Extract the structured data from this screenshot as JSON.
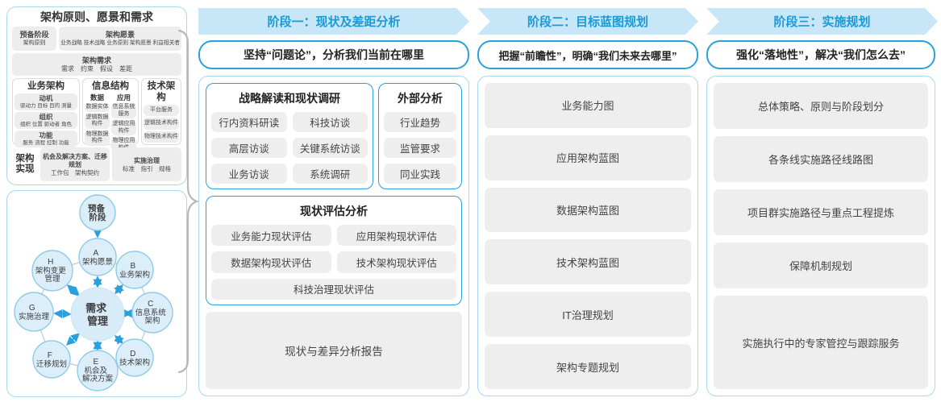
{
  "colors": {
    "accent_blue": "#1b9ad6",
    "band_blue": "#c7e6f8",
    "outline_blue": "#2aa0dc",
    "panel_border_blue": "#a8d8f2",
    "item_gray": "#ededed",
    "circle_fill": "#dceefa",
    "circle_border": "#8ecbe9",
    "brace_gray": "#b8b8b8"
  },
  "left_panel": {
    "title": "架构原则、愿景和需求",
    "prep_box": {
      "title": "预备阶段",
      "sub": "架构原则"
    },
    "vision_box": {
      "title": "架构愿景",
      "sub": "业务战略 技术战略 业务原则 架构愿景 利益相关者"
    },
    "req_box": {
      "title": "架构需求",
      "sub": "需求　约束　假设　差距"
    },
    "business": {
      "title": "业务架构",
      "groups": [
        {
          "title": "动机",
          "sub": "驱动力 目标 目的 测量"
        },
        {
          "title": "组织",
          "sub": "组织 位置 驱动者 角色"
        },
        {
          "title": "功能",
          "sub": "服务 流程 控制 功能"
        }
      ]
    },
    "information": {
      "title": "信息结构",
      "columns": [
        {
          "title": "数据",
          "items": [
            "数据实体",
            "逻辑数据构件",
            "物理数据构件"
          ]
        },
        {
          "title": "应用",
          "items": [
            "信息系统服务",
            "逻辑应用构件",
            "物理应用构件"
          ]
        }
      ]
    },
    "technology": {
      "title": "技术架构",
      "items": [
        "平台服务",
        "逻辑技术构件",
        "物理技术构件"
      ]
    },
    "realization": {
      "label": "架构实现",
      "boxes": [
        {
          "title": "机会及解决方案、迁移规划",
          "sub": "工作包　架构契约"
        },
        {
          "title": "实施治理",
          "sub": "标准　指引　规格"
        }
      ]
    }
  },
  "adm": {
    "prep": {
      "lines": [
        "预备",
        "阶段"
      ]
    },
    "center": {
      "lines": [
        "需求",
        "管理"
      ]
    },
    "nodes": [
      {
        "letter": "A",
        "lines": [
          "架构愿景"
        ]
      },
      {
        "letter": "B",
        "lines": [
          "业务架构"
        ]
      },
      {
        "letter": "C",
        "lines": [
          "信息系统",
          "架构"
        ]
      },
      {
        "letter": "D",
        "lines": [
          "技术架构"
        ]
      },
      {
        "letter": "E",
        "lines": [
          "机会及",
          "解决方案"
        ]
      },
      {
        "letter": "F",
        "lines": [
          "迁移规划"
        ]
      },
      {
        "letter": "G",
        "lines": [
          "实施治理"
        ]
      },
      {
        "letter": "H",
        "lines": [
          "架构变更",
          "管理"
        ]
      }
    ]
  },
  "phases": [
    {
      "header": "阶段一：现状及差距分析",
      "subtitle": "坚持“问题论”，分析我们当前在哪里",
      "groups": {
        "strategy": {
          "title": "战略解读和现状调研",
          "items": [
            "行内资料研读",
            "科技访谈",
            "高层访谈",
            "关键系统访谈",
            "业务访谈",
            "系统调研"
          ]
        },
        "external": {
          "title": "外部分析",
          "items": [
            "行业趋势",
            "监管要求",
            "同业实践"
          ]
        },
        "assessment": {
          "title": "现状评估分析",
          "items": [
            "业务能力现状评估",
            "应用架构现状评估",
            "数据架构现状评估",
            "技术架构现状评估",
            "科技治理现状评估"
          ]
        },
        "report": "现状与差异分析报告"
      }
    },
    {
      "header": "阶段二：目标蓝图规划",
      "subtitle": "把握“前瞻性”，明确“我们未来去哪里”",
      "items": [
        "业务能力图",
        "应用架构蓝图",
        "数据架构蓝图",
        "技术架构蓝图",
        "IT治理规划",
        "架构专题规划"
      ]
    },
    {
      "header": "阶段三：实施规划",
      "subtitle": "强化“落地性”，解决“我们怎么去”",
      "items": [
        "总体策略、原则与阶段划分",
        "各条线实施路径线路图",
        "项目群实施路径与重点工程提炼",
        "保障机制规划",
        "实施执行中的专家管控与跟踪服务"
      ]
    }
  ]
}
